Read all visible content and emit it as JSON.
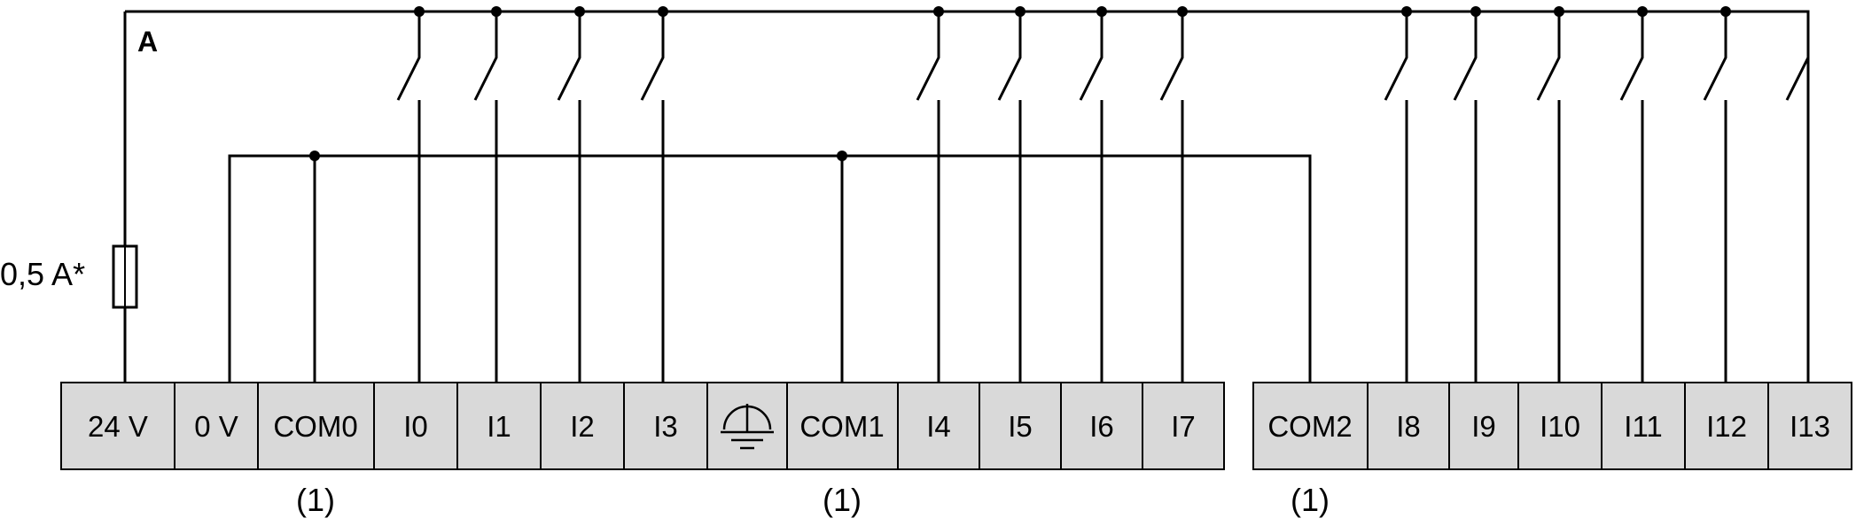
{
  "diagram_label": "A",
  "fuse_label": "0,5 A*",
  "terminals": [
    {
      "id": "24v",
      "label": "24 V"
    },
    {
      "id": "0v",
      "label": "0 V"
    },
    {
      "id": "com0",
      "label": "COM0"
    },
    {
      "id": "i0",
      "label": "I0"
    },
    {
      "id": "i1",
      "label": "I1"
    },
    {
      "id": "i2",
      "label": "I2"
    },
    {
      "id": "i3",
      "label": "I3"
    },
    {
      "id": "ground",
      "label": "",
      "icon": "ground-icon"
    },
    {
      "id": "com1",
      "label": "COM1"
    },
    {
      "id": "i4",
      "label": "I4"
    },
    {
      "id": "i5",
      "label": "I5"
    },
    {
      "id": "i6",
      "label": "I6"
    },
    {
      "id": "i7",
      "label": "I7"
    },
    {
      "id": "com2",
      "label": "COM2"
    },
    {
      "id": "i8",
      "label": "I8"
    },
    {
      "id": "i9",
      "label": "I9"
    },
    {
      "id": "i10",
      "label": "I10"
    },
    {
      "id": "i11",
      "label": "I11"
    },
    {
      "id": "i12",
      "label": "I12"
    },
    {
      "id": "i13",
      "label": "I13"
    }
  ],
  "notes": [
    "(1)",
    "(1)",
    "(1)"
  ]
}
